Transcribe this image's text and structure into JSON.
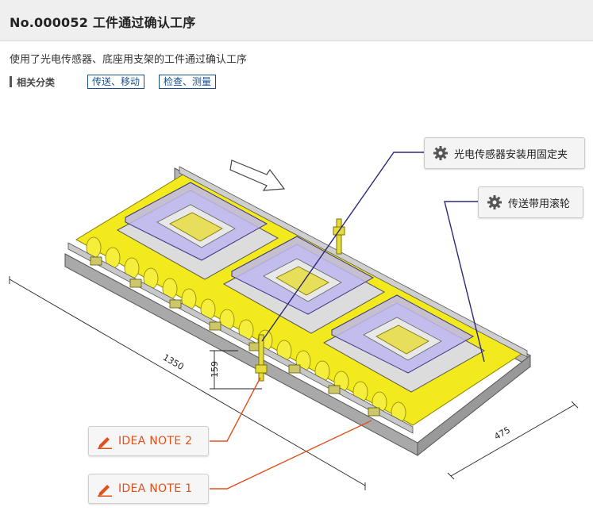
{
  "header": {
    "title": "No.000052 工件通过确认工序"
  },
  "description": "使用了光电传感器、底座用支架的工件通过确认工序",
  "category": {
    "label": "相关分类",
    "tags": [
      {
        "label": "传送、移动"
      },
      {
        "label": "检查、测量"
      }
    ]
  },
  "drawing": {
    "dimensions": {
      "length": "1350",
      "height": "159",
      "width": "475"
    },
    "callouts": [
      {
        "label": "光电传感器安装用固定夹",
        "icon": "gear-icon"
      },
      {
        "label": "传送带用滚轮",
        "icon": "gear-icon"
      }
    ],
    "idea_notes": [
      {
        "label": "IDEA NOTE 2",
        "icon": "pencil-icon"
      },
      {
        "label": "IDEA NOTE 1",
        "icon": "pencil-icon"
      }
    ]
  },
  "colors": {
    "header_bg": "#efefef",
    "tag_border": "#1a4f8a",
    "idea_accent": "#e0501c",
    "leader_line": "#2b2a7a",
    "roller_yellow": "#f2ea1c",
    "fixture_purple": "#bdb7ef"
  }
}
